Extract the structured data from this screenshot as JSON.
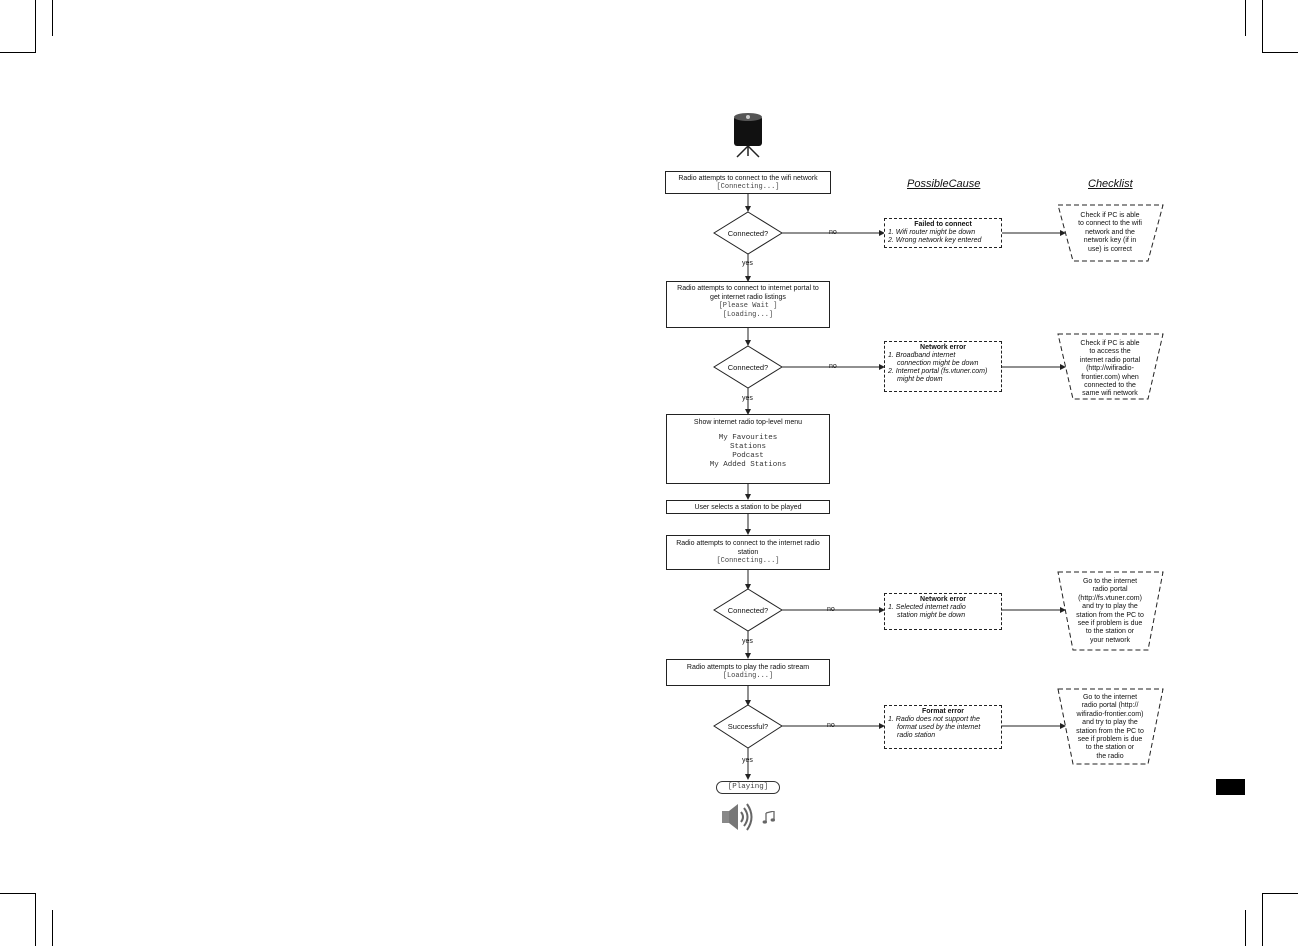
{
  "headers": {
    "cause": "PossibleCause",
    "checklist": "Checklist"
  },
  "steps": {
    "s1": {
      "title": "Radio attempts to connect to the wifi network",
      "status": "[Connecting...]"
    },
    "s2": {
      "title1": "Radio attempts to connect to internet portal to",
      "title2": "get internet radio listings",
      "status1": "[Please Wait ]",
      "status2": "[Loading...]"
    },
    "s3": {
      "title": "Show internet radio top-level menu",
      "items": [
        "My Favourites",
        "Stations",
        "Podcast",
        "My Added Stations"
      ]
    },
    "s4": {
      "title": "User selects a station to be played"
    },
    "s5": {
      "title1": "Radio attempts to connect to the internet radio",
      "title2": "station",
      "status": "[Connecting...]"
    },
    "s6": {
      "title": "Radio attempts to play the radio stream",
      "status": "[Loading...]"
    },
    "playing": "[Playing]"
  },
  "decisions": {
    "d1": "Connected?",
    "d2": "Connected?",
    "d3": "Connected?",
    "d4": "Successful?"
  },
  "edge_labels": {
    "no": "no",
    "yes": "yes"
  },
  "causes": {
    "c1": {
      "title": "Failed to connect",
      "items": [
        "1. Wifi router might be down",
        "2. Wrong network key entered"
      ]
    },
    "c2": {
      "title": "Network error",
      "items": [
        "1. Broadband internet",
        "connection might be down",
        "2. Internet portal (fs.vtuner.com)",
        "might be down"
      ]
    },
    "c3": {
      "title": "Network error",
      "items": [
        "1. Selected internet radio",
        "station might be down"
      ]
    },
    "c4": {
      "title": "Format error",
      "items": [
        "1. Radio does not support the",
        "format used by the internet",
        "radio station"
      ]
    }
  },
  "checks": {
    "k1": [
      "Check if PC is able",
      "to connect to the wifi",
      "network and the",
      "network key (if in",
      "use) is correct"
    ],
    "k2": [
      "Check if PC is able",
      "to access the",
      "internet radio portal",
      "(http://wifiradio-",
      "frontier.com) when",
      "connected to the",
      "same wifi network"
    ],
    "k3": [
      "Go to the internet",
      "radio portal",
      "(http://fs.vtuner.com)",
      "and try to play the",
      "station from the PC to",
      "see if problem is due",
      "to the station or",
      "your network"
    ],
    "k4": [
      "Go to the internet",
      "radio portal (http://",
      "wifiradio-frontier.com)",
      "and try to play the",
      "station from the PC to",
      "see if problem is due",
      "to the station or",
      "the radio"
    ]
  },
  "icons": [
    "radio-icon",
    "speaker-icon",
    "music-note-icon"
  ]
}
